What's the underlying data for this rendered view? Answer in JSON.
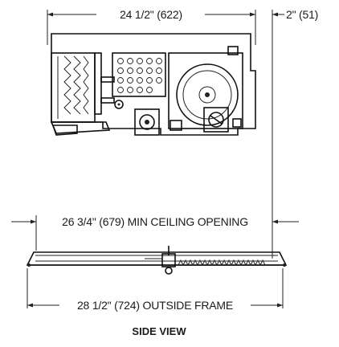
{
  "dimensions": {
    "top_width": "24 1/2\" (622)",
    "side_depth": "2\" (51)",
    "ceiling_opening": "26 3/4\" (679) MIN CEILING OPENING",
    "outside_frame": "28 1/2\" (724) OUTSIDE FRAME"
  },
  "view_label": "SIDE VIEW",
  "colors": {
    "line": "#222222",
    "background": "#ffffff"
  }
}
